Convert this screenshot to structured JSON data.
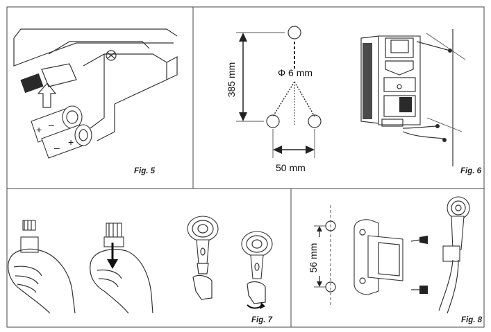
{
  "figures": {
    "fig5": {
      "caption": "Fig. 5",
      "battery_symbols": [
        "+",
        "–",
        "+",
        "–"
      ]
    },
    "fig6": {
      "caption": "Fig. 6",
      "height_label": "385 mm",
      "hole_label": "Φ 6 mm",
      "width_label": "50 mm"
    },
    "fig7": {
      "caption": "Fig. 7"
    },
    "fig8": {
      "caption": "Fig. 8",
      "spacing_label": "56 mm"
    }
  },
  "colors": {
    "line": "#333333",
    "frame": "#555555",
    "dark_part": "#2a2a2a"
  }
}
